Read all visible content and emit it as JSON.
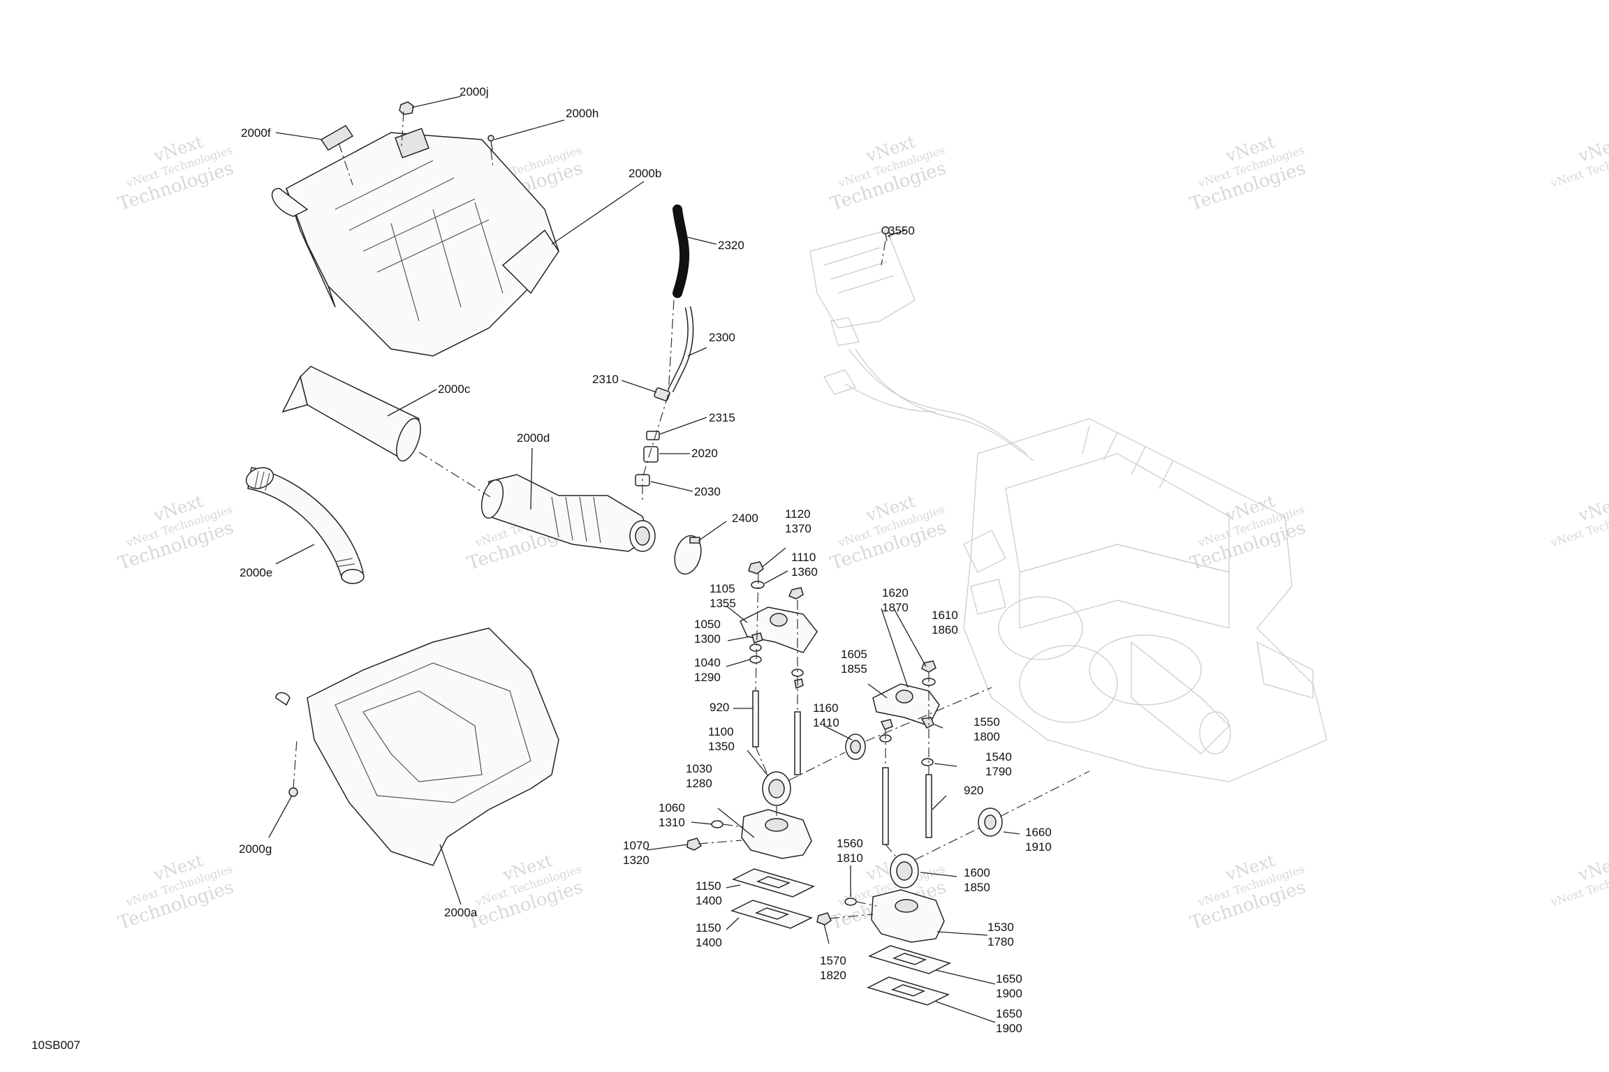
{
  "drawing_id": "10SB007",
  "watermark": {
    "line1": "vNext",
    "line2": "vNext Technologies",
    "line3": "Technologies"
  },
  "callouts": {
    "c2000j": "2000j",
    "c2000h": "2000h",
    "c2000f": "2000f",
    "c2000b": "2000b",
    "c2320": "2320",
    "c3550": "3550",
    "c2300": "2300",
    "c2310": "2310",
    "c2000c": "2000c",
    "c2315": "2315",
    "c2000d": "2000d",
    "c2020": "2020",
    "c2030": "2030",
    "c2400": "2400",
    "c2000e": "2000e",
    "c1120a": "1120",
    "c1120b": "1370",
    "c1110a": "1110",
    "c1110b": "1360",
    "c1105a": "1105",
    "c1105b": "1355",
    "c1050a": "1050",
    "c1050b": "1300",
    "c1040a": "1040",
    "c1040b": "1290",
    "c920a": "920",
    "c1620a": "1620",
    "c1620b": "1870",
    "c1610a": "1610",
    "c1610b": "1860",
    "c1605a": "1605",
    "c1605b": "1855",
    "c1160a": "1160",
    "c1160b": "1410",
    "c1100a": "1100",
    "c1100b": "1350",
    "c1550a": "1550",
    "c1550b": "1800",
    "c1540a": "1540",
    "c1540b": "1790",
    "c920b": "920",
    "c1030a": "1030",
    "c1030b": "1280",
    "c1060a": "1060",
    "c1060b": "1310",
    "c1660a": "1660",
    "c1660b": "1910",
    "c1070a": "1070",
    "c1070b": "1320",
    "c1560a": "1560",
    "c1560b": "1810",
    "c1600a": "1600",
    "c1600b": "1850",
    "c1150a": "1150",
    "c1150b": "1400",
    "c1150c": "1150",
    "c1150d": "1400",
    "c1530a": "1530",
    "c1530b": "1780",
    "c1570a": "1570",
    "c1570b": "1820",
    "c1650a": "1650",
    "c1650b": "1900",
    "c1650c": "1650",
    "c1650d": "1900",
    "c2000g": "2000g",
    "c2000a": "2000a"
  }
}
